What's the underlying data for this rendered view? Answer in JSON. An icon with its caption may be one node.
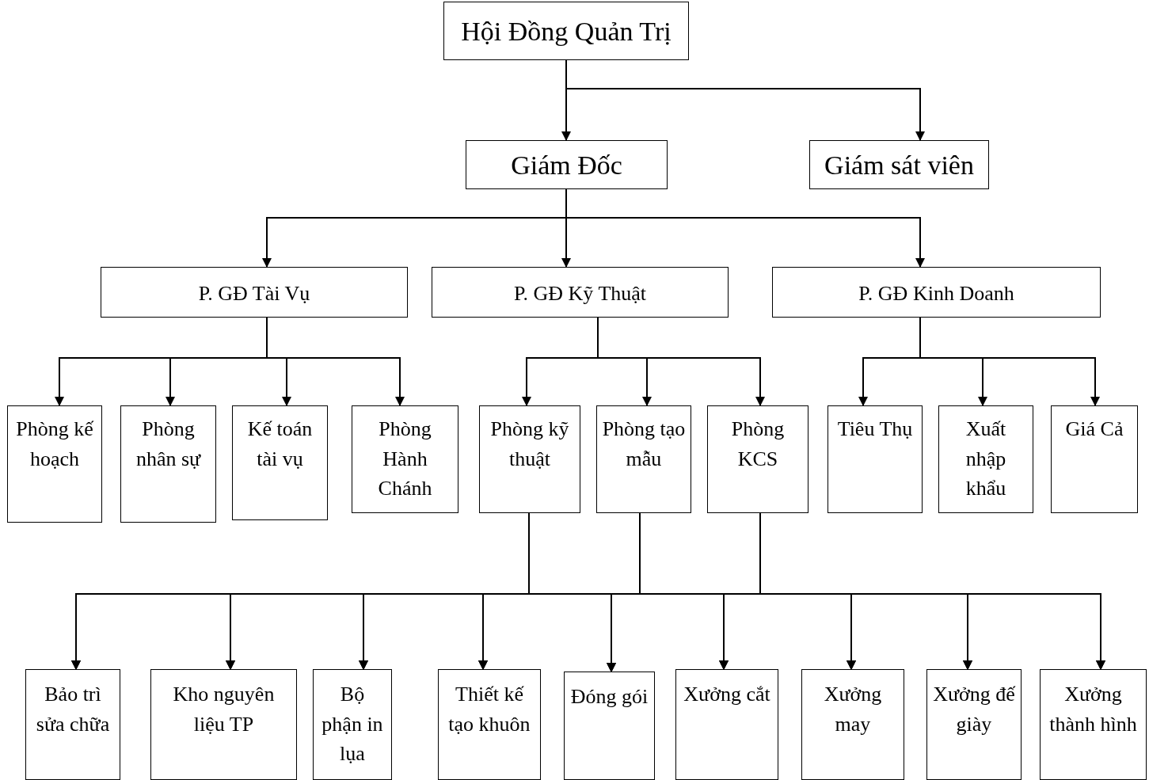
{
  "diagram": {
    "nodes": [
      {
        "text": [
          "Hội Đồng Quản Trị"
        ]
      },
      {
        "text": [
          "Giám Đốc"
        ]
      },
      {
        "text": [
          "Giám sát viên"
        ]
      },
      {
        "text": [
          "P. GĐ Tài Vụ"
        ]
      },
      {
        "text": [
          "P. GĐ Kỹ Thuật"
        ]
      },
      {
        "text": [
          "P. GĐ Kinh Doanh"
        ]
      },
      {
        "text": [
          "Phòng kế hoạch"
        ]
      },
      {
        "text": [
          "Phòng nhân sự"
        ]
      },
      {
        "text": [
          "Kế toán tài vụ"
        ]
      },
      {
        "text": [
          "Phòng Hành Chánh"
        ]
      },
      {
        "text": [
          "Phòng kỹ thuật"
        ]
      },
      {
        "text": [
          "Phòng tạo mẫu"
        ]
      },
      {
        "text": [
          "Phòng KCS"
        ]
      },
      {
        "text": [
          "Tiêu Thụ"
        ]
      },
      {
        "text": [
          "Xuất nhập khẩu"
        ]
      },
      {
        "text": [
          "Giá Cả"
        ]
      },
      {
        "text": [
          "Bảo trì sửa chữa"
        ]
      },
      {
        "text": [
          "Kho nguyên liệu TP"
        ]
      },
      {
        "text": [
          "Bộ phận in lụa"
        ]
      },
      {
        "text": [
          "Thiết kế tạo khuôn"
        ]
      },
      {
        "text": [
          "Đóng gói"
        ]
      },
      {
        "text": [
          "Xưởng cắt"
        ]
      },
      {
        "text": [
          "Xưởng may"
        ]
      },
      {
        "text": [
          "Xưởng đế giày"
        ]
      },
      {
        "text": [
          "Xưởng thành hình"
        ]
      }
    ],
    "edges": [
      {
        "from": 0,
        "to": 1,
        "arrow": "to"
      },
      {
        "from": 0,
        "to": 2,
        "arrow": "to"
      },
      {
        "from": 1,
        "to": 3,
        "arrow": "to"
      },
      {
        "from": 1,
        "to": 4,
        "arrow": "to"
      },
      {
        "from": 1,
        "to": 5,
        "arrow": "to"
      },
      {
        "from": 3,
        "to": 6,
        "arrow": "to"
      },
      {
        "from": 3,
        "to": 7,
        "arrow": "to"
      },
      {
        "from": 3,
        "to": 8,
        "arrow": "to"
      },
      {
        "from": 3,
        "to": 9,
        "arrow": "to"
      },
      {
        "from": 4,
        "to": 10,
        "arrow": "to"
      },
      {
        "from": 4,
        "to": 11,
        "arrow": "to"
      },
      {
        "from": 4,
        "to": 12,
        "arrow": "to"
      },
      {
        "from": 5,
        "to": 13,
        "arrow": "to"
      },
      {
        "from": 5,
        "to": 14,
        "arrow": "to"
      },
      {
        "from": 5,
        "to": 15,
        "arrow": "to"
      },
      {
        "from": 10,
        "to": 16,
        "arrow": "to"
      },
      {
        "from": 10,
        "to": 17,
        "arrow": "to"
      },
      {
        "from": 10,
        "to": 18,
        "arrow": "to"
      },
      {
        "from": 10,
        "to": 19,
        "arrow": "to"
      },
      {
        "from": 10,
        "to": 20,
        "arrow": "to"
      },
      {
        "from": 10,
        "to": 21,
        "arrow": "to"
      },
      {
        "from": 10,
        "to": 22,
        "arrow": "to"
      },
      {
        "from": 10,
        "to": 23,
        "arrow": "to"
      },
      {
        "from": 10,
        "to": 24,
        "arrow": "to"
      },
      {
        "from": 11,
        "to": 16,
        "arrow": "to"
      },
      {
        "from": 11,
        "to": 17,
        "arrow": "to"
      },
      {
        "from": 11,
        "to": 18,
        "arrow": "to"
      },
      {
        "from": 11,
        "to": 19,
        "arrow": "to"
      },
      {
        "from": 11,
        "to": 20,
        "arrow": "to"
      },
      {
        "from": 11,
        "to": 21,
        "arrow": "to"
      },
      {
        "from": 11,
        "to": 22,
        "arrow": "to"
      },
      {
        "from": 11,
        "to": 23,
        "arrow": "to"
      },
      {
        "from": 11,
        "to": 24,
        "arrow": "to"
      },
      {
        "from": 12,
        "to": 16,
        "arrow": "to"
      },
      {
        "from": 12,
        "to": 17,
        "arrow": "to"
      },
      {
        "from": 12,
        "to": 18,
        "arrow": "to"
      },
      {
        "from": 12,
        "to": 19,
        "arrow": "to"
      },
      {
        "from": 12,
        "to": 20,
        "arrow": "to"
      },
      {
        "from": 12,
        "to": 21,
        "arrow": "to"
      },
      {
        "from": 12,
        "to": 22,
        "arrow": "to"
      },
      {
        "from": 12,
        "to": 23,
        "arrow": "to"
      },
      {
        "from": 12,
        "to": 24,
        "arrow": "to"
      }
    ]
  }
}
